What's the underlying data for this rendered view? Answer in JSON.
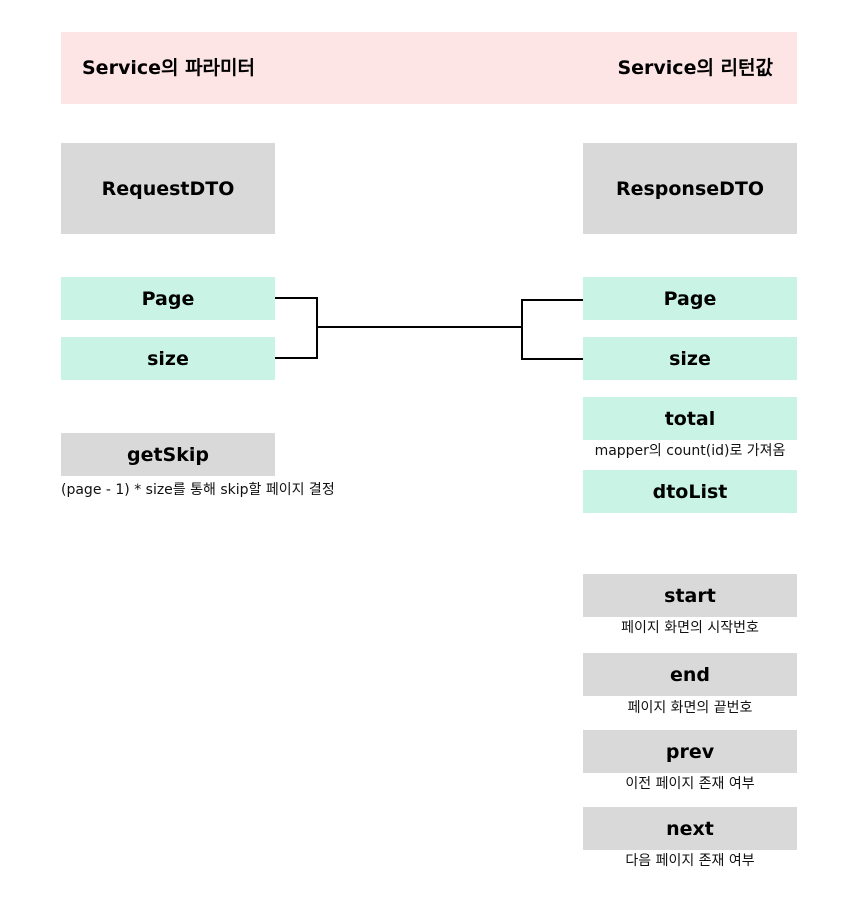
{
  "header": {
    "left_title": "Service의 파라미터",
    "right_title": "Service의 리턴값"
  },
  "left": {
    "dto_title": "RequestDTO",
    "fields": [
      "Page",
      "size"
    ],
    "method": "getSkip",
    "method_note": "(page - 1) * size를 통해 skip할 페이지 결정"
  },
  "right": {
    "dto_title": "ResponseDTO",
    "page": "Page",
    "size": "size",
    "total": "total",
    "total_note": "mapper의 count(id)로 가져옴",
    "dtolist": "dtoList",
    "start": "start",
    "start_note": "페이지 화면의 시작번호",
    "end": "end",
    "end_note": "페이지 화면의 끝번호",
    "prev": "prev",
    "prev_note": "이전 페이지 존재 여부",
    "next": "next",
    "next_note": "다음 페이지 존재 여부"
  }
}
